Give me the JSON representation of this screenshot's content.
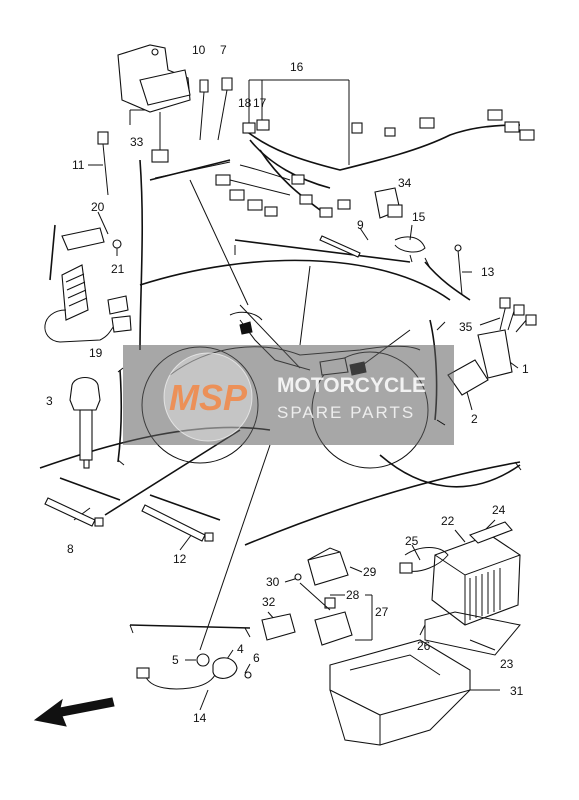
{
  "callouts": {
    "c1": "1",
    "c2": "2",
    "c3": "3",
    "c4": "4",
    "c5": "5",
    "c6": "6",
    "c7": "7",
    "c8": "8",
    "c9": "9",
    "c10": "10",
    "c11": "11",
    "c12": "12",
    "c13": "13",
    "c14": "14",
    "c15": "15",
    "c16": "16",
    "c17": "17",
    "c18": "18",
    "c19": "19",
    "c20": "20",
    "c21": "21",
    "c22": "22",
    "c23": "23",
    "c24": "24",
    "c25": "25",
    "c26": "26",
    "c27": "27",
    "c28": "28",
    "c29": "29",
    "c30": "30",
    "c31": "31",
    "c32": "32",
    "c33": "33",
    "c34": "34",
    "c35": "35"
  },
  "watermark": {
    "logo": "MSP",
    "line1": "MOTORCYCLE",
    "line2": "SPARE PARTS",
    "bg_color": "#5f5f5f",
    "accent_color": "#f08a4b"
  },
  "direction_arrow": "front-arrow-icon"
}
